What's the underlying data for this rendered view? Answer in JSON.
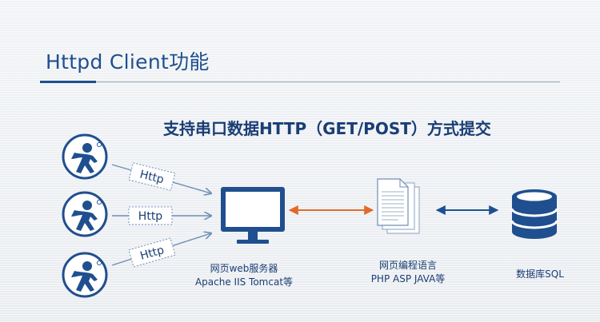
{
  "header": {
    "title": "Httpd Client功能",
    "subtitle": "支持串口数据HTTP（GET/POST）方式提交"
  },
  "clients": [
    {
      "tag": "Http"
    },
    {
      "tag": "Http"
    },
    {
      "tag": "Http"
    }
  ],
  "server": {
    "line1": "网页web服务器",
    "line2": "Apache IIS Tomcat等"
  },
  "language": {
    "line1": "网页编程语言",
    "line2": "PHP ASP JAVA等"
  },
  "database": {
    "label": "数据库SQL"
  },
  "colors": {
    "primary": "#1f4f8f",
    "dark": "#1a3e74",
    "accent_arrow": "#e06a2a",
    "line": "#6e8fb8"
  }
}
